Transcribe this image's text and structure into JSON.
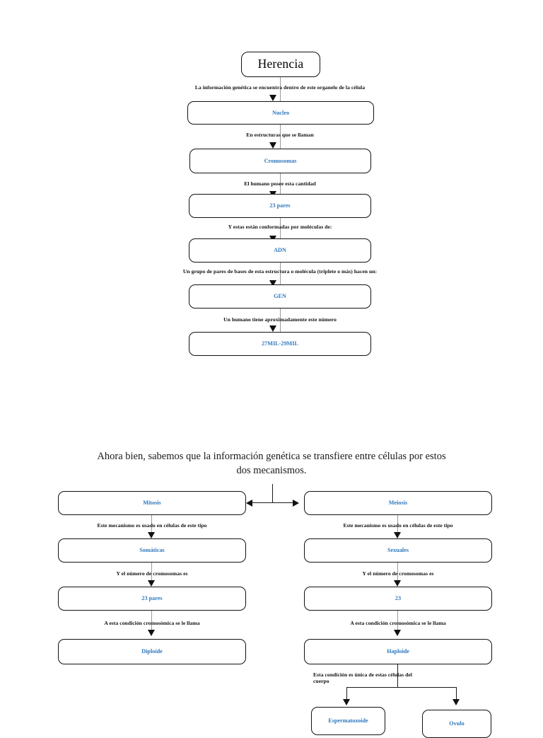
{
  "document": {
    "title": "Herencia",
    "accent_blue": "#2e78bd",
    "line_color": "#111111",
    "background": "#ffffff"
  },
  "chart_data": {
    "type": "diagram",
    "title": "Herencia",
    "orientation": "top-down flowchart with a two-branch split",
    "nodes": [
      {
        "id": "herencia",
        "label": "Herencia",
        "style": "title"
      },
      {
        "id": "nucleo",
        "label": "Nucleo",
        "style": "blue"
      },
      {
        "id": "cromosomas",
        "label": "Cromosomas",
        "style": "blue"
      },
      {
        "id": "23pares",
        "label": "23 pares",
        "style": "blue"
      },
      {
        "id": "adn",
        "label": "ADN",
        "style": "blue"
      },
      {
        "id": "gen",
        "label": "GEN",
        "style": "blue"
      },
      {
        "id": "genes_num",
        "label": "27MIL-29MIL",
        "style": "blue"
      },
      {
        "id": "mitosis",
        "label": "Mitosis",
        "style": "blue"
      },
      {
        "id": "meiosis",
        "label": "Meiosis",
        "style": "blue"
      },
      {
        "id": "somaticas",
        "label": "Somáticas",
        "style": "blue"
      },
      {
        "id": "sexuales",
        "label": "Sexuales",
        "style": "blue"
      },
      {
        "id": "23pares_b",
        "label": "23 pares",
        "style": "blue"
      },
      {
        "id": "23",
        "label": "23",
        "style": "blue"
      },
      {
        "id": "diploide",
        "label": "Diploide",
        "style": "blue"
      },
      {
        "id": "haploide",
        "label": "Haploide",
        "style": "blue"
      },
      {
        "id": "espermatozoide",
        "label": "Espermatozoide",
        "style": "blue"
      },
      {
        "id": "ovulo",
        "label": "Ovulo",
        "style": "blue"
      }
    ],
    "edges": [
      {
        "from": "herencia",
        "to": "nucleo",
        "label": "La información genética se encuentra dentro de este organelo de la célula"
      },
      {
        "from": "nucleo",
        "to": "cromosomas",
        "label": "En estructuras que se llaman"
      },
      {
        "from": "cromosomas",
        "to": "23pares",
        "label": "El humano posee esta cantidad"
      },
      {
        "from": "23pares",
        "to": "adn",
        "label": "Y estas están conformadas por moléculas de:"
      },
      {
        "from": "adn",
        "to": "gen",
        "label": "Un grupo de pares de bases de esta estructura o molécula (triplete o más) hacen un:"
      },
      {
        "from": "gen",
        "to": "genes_num",
        "label": "Un humano tiene aproximadamente este número"
      },
      {
        "from": "split",
        "to": "mitosis",
        "label": ""
      },
      {
        "from": "split",
        "to": "meiosis",
        "label": ""
      },
      {
        "from": "mitosis",
        "to": "somaticas",
        "label": "Este mecanismo es usado en células de este tipo"
      },
      {
        "from": "somaticas",
        "to": "23pares_b",
        "label": "Y el número de cromosomas es"
      },
      {
        "from": "23pares_b",
        "to": "diploide",
        "label": "A esta condición cromosómica se le llama"
      },
      {
        "from": "meiosis",
        "to": "sexuales",
        "label": "Este mecanismo es usado en células de este tipo"
      },
      {
        "from": "sexuales",
        "to": "23",
        "label": "Y el número de cromosomas es"
      },
      {
        "from": "23",
        "to": "haploide",
        "label": "A esta condición cromosómica se le llama"
      },
      {
        "from": "haploide",
        "to": "espermatozoide",
        "label": "Esta condición es única de estas células del cuerpo"
      },
      {
        "from": "haploide",
        "to": "ovulo",
        "label": "Esta condición es única de estas células del cuerpo"
      }
    ]
  },
  "top_section": {
    "title": "Herencia",
    "edge_labels": {
      "to_nucleo": "La información genética se encuentra dentro de este organelo de la célula",
      "to_cromosomas": "En estructuras que se llaman",
      "to_23pares": "El humano posee esta cantidad",
      "to_adn": "Y estas están conformadas por moléculas de:",
      "to_gen": "Un grupo de pares de bases de esta estructura o molécula (triplete o más) hacen un:",
      "to_genes_num": "Un humano tiene aproximadamente este número"
    },
    "nodes": {
      "nucleo": "Nucleo",
      "cromosomas": "Cromosomas",
      "pares": "23 pares",
      "adn": "ADN",
      "gen": "GEN",
      "genes_num": "27MIL-29MIL"
    }
  },
  "middle_section": {
    "note": "Ahora bien, sabemos que la información genética se transfiere entre células por estos dos mecanismos.",
    "left_branch": {
      "mechanism": "Mitosis",
      "label_cells": "Este mecanismo es usado en células de este tipo",
      "cells": "Somáticas",
      "label_chromosomes": "Y el número de cromosomas es",
      "chromosomes": "23 pares",
      "label_condition": "A esta condición cromosómica se le llama",
      "condition": "Diploide"
    },
    "right_branch": {
      "mechanism": "Meiosis",
      "label_cells": "Este mecanismo es usado en células de este tipo",
      "cells": "Sexuales",
      "label_chromosomes": "Y el número de cromosomas es",
      "chromosomes": "23",
      "label_condition": "A esta condición cromosómica se le llama",
      "condition": "Haploide",
      "label_unique": "Esta condición es única de estas células del\ncuerpo",
      "cell_left": "Espermatozoide",
      "cell_right": "Ovulo"
    }
  }
}
